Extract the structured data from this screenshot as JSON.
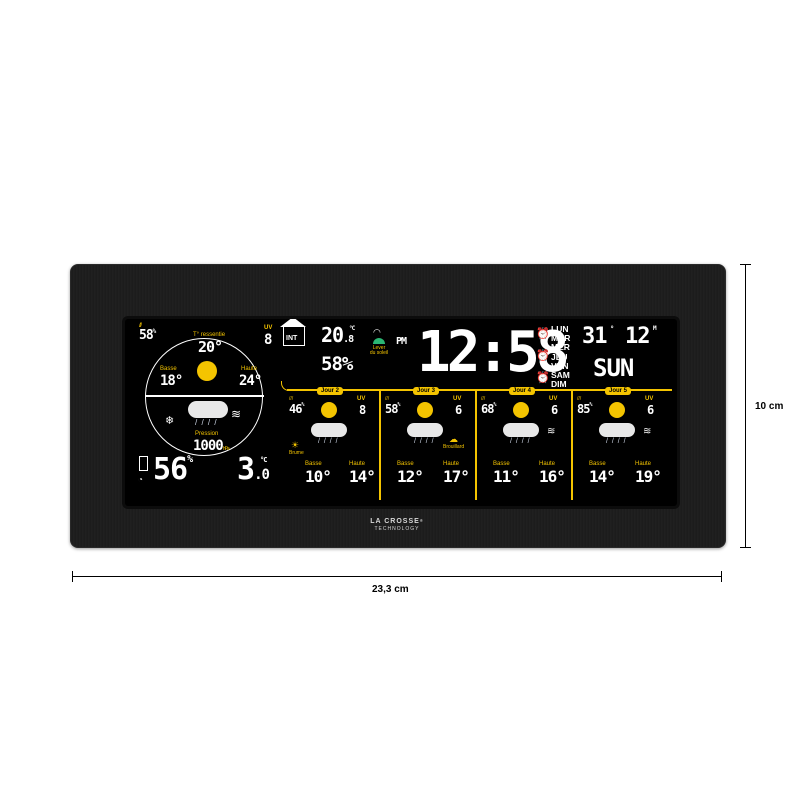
{
  "dimensions": {
    "height": "10 cm",
    "width": "23,3 cm"
  },
  "brand": {
    "line1": "LA CROSSE",
    "reg": "®",
    "line2": "TECHNOLOGY"
  },
  "today": {
    "uv_label": "UV",
    "uv": "8",
    "humidity_left": "58",
    "feels_label": "T° ressentie",
    "feels": "20°",
    "low_label": "Basse",
    "low": "18°",
    "high_label": "Haute",
    "high": "24°",
    "pressure_label": "Pression",
    "pressure": "1000",
    "pressure_unit": "hPa",
    "humidity": "56",
    "humidity_unit": "%",
    "temp_out": "3",
    "temp_out_dec": "0",
    "temp_unit": "°C"
  },
  "indoor": {
    "label": "INT",
    "temp": "20",
    "temp_dec": "8",
    "temp_unit": "°C",
    "humidity": "58%"
  },
  "sunrise": {
    "label1": "Lever",
    "label2": "du soleil"
  },
  "clock": {
    "ampm": "PM",
    "time": "12:58",
    "date_day": "31",
    "date_month": "12",
    "weekday": "SUN"
  },
  "days_fr": [
    "LUN",
    "MAR",
    "MER",
    "JEU",
    "VEN",
    "SAM",
    "DIM"
  ],
  "forecast": [
    {
      "pill": "Jour 2",
      "hum": "46",
      "uv_label": "UV",
      "uv": "8",
      "extra": "Brume",
      "low_label": "Basse",
      "low": "10°",
      "high_label": "Haute",
      "high": "14°"
    },
    {
      "pill": "Jour 3",
      "hum": "58",
      "uv_label": "UV",
      "uv": "6",
      "extra": "Brouillard",
      "low_label": "Basse",
      "low": "12°",
      "high_label": "Haute",
      "high": "17°"
    },
    {
      "pill": "Jour 4",
      "hum": "68",
      "uv_label": "UV",
      "uv": "6",
      "extra": "",
      "low_label": "Basse",
      "low": "11°",
      "high_label": "Haute",
      "high": "16°"
    },
    {
      "pill": "Jour 5",
      "hum": "85",
      "uv_label": "UV",
      "uv": "6",
      "extra": "",
      "low_label": "Basse",
      "low": "14°",
      "high_label": "Haute",
      "high": "19°"
    }
  ],
  "colors": {
    "accent": "#f4c400",
    "lcd": "#ffffff",
    "screen": "#000000",
    "frame": "#1c1c1c"
  }
}
